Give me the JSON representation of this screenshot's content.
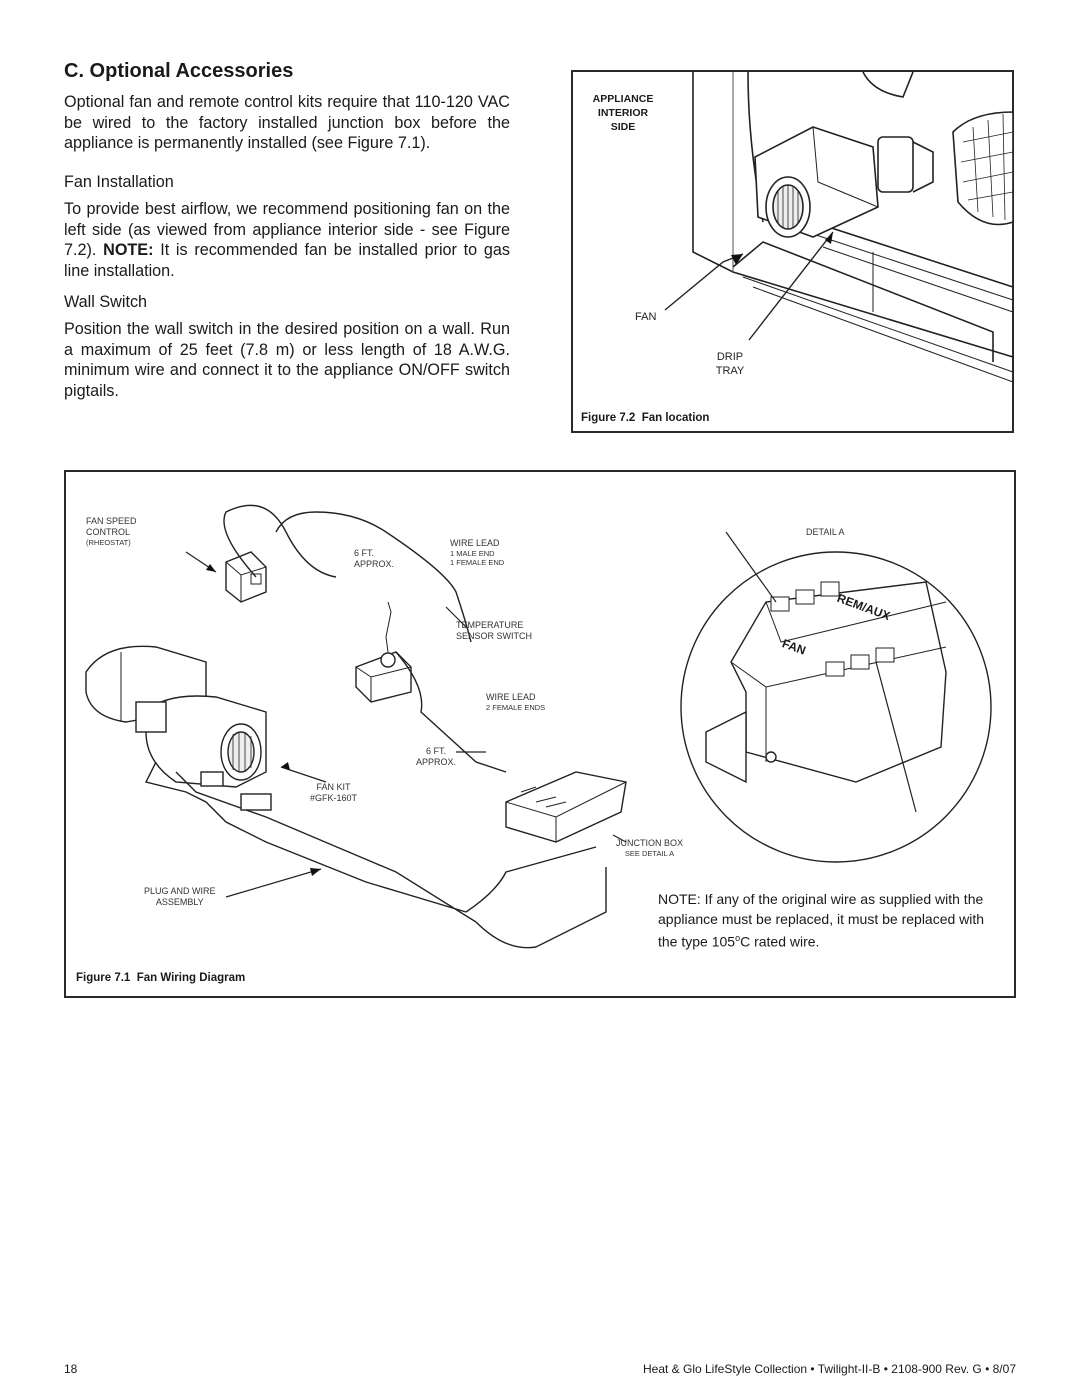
{
  "heading": "C.  Optional Accessories",
  "intro_text": "Optional fan and remote control kits require that 110-120 VAC be wired to the factory installed junction box before the appliance is permanently installed (see Figure 7.1).",
  "fan_installation": {
    "title": "Fan Installation",
    "text_before": "To provide best airflow, we recommend positioning fan on the left side (as viewed from appliance interior side - see Figure 7.2).",
    "note_label": "NOTE:",
    "text_after": "It is recommended fan be installed prior to gas line installation."
  },
  "wall_switch": {
    "title": "Wall Switch",
    "text": "Position the wall switch in the desired position on a wall. Run a maximum of 25 feet (7.8 m) or less length of 18 A.W.G. minimum wire and connect it to the appliance ON/OFF switch pigtails."
  },
  "figure_7_2": {
    "callout_line1": "APPLIANCE",
    "callout_line2": "INTERIOR",
    "callout_line3": "SIDE",
    "fan_label": "FAN",
    "drip_label_1": "DRIP",
    "drip_label_2": "TRAY",
    "caption_fig": "Figure 7.2",
    "caption_text": "Fan location"
  },
  "figure_7_1": {
    "fan_speed_1": "FAN SPEED",
    "fan_speed_2": "CONTROL",
    "fan_speed_3": "(RHEOSTAT)",
    "len1_a": "6 FT.",
    "len1_b": "APPROX.",
    "wire_lead_1": "WIRE LEAD",
    "wire_lead_1a": "1 MALE END",
    "wire_lead_1b": "1 FEMALE END",
    "temp_1": "TEMPERATURE",
    "temp_2": "SENSOR SWITCH",
    "wire_lead_2": "WIRE LEAD",
    "wire_lead_2a": "2 FEMALE ENDS",
    "len2_a": "6 FT.",
    "len2_b": "APPROX.",
    "fan_kit_1": "FAN KIT",
    "fan_kit_2": "#GFK-160T",
    "junction_1": "JUNCTION BOX",
    "junction_2": "SEE DETAIL A",
    "plug_1": "PLUG AND WIRE",
    "plug_2": "ASSEMBLY",
    "detail_a": "DETAIL A",
    "detail_rem": "REM/AUX",
    "detail_fan": "FAN",
    "note": "NOTE: If any of the original wire as supplied with the appliance must be replaced, it must be replaced with the type 105",
    "note_sup": "o",
    "note_end": "C rated wire.",
    "caption_fig": "Figure 7.1",
    "caption_text": "Fan Wiring Diagram"
  },
  "footer": {
    "page_number": "18",
    "doc_info": "Heat & Glo LifeStyle Collection  •  Twilight-II-B  •  2108-900  Rev. G  •  8/07"
  }
}
